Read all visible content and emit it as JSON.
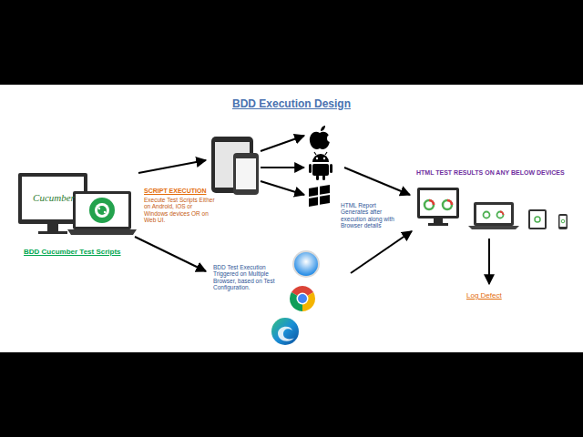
{
  "diagram": {
    "title": "BDD Execution Design",
    "nodes": [
      {
        "text": [
          "Cucumber",
          "BDD Cucumber Test Scripts"
        ]
      },
      {
        "text": [
          "HTML TEST RESULTS ON ANY BELOW DEVICES"
        ]
      }
    ],
    "labels": [
      "SCRIPT EXECUTION",
      "Execute Test Scripts Either on Android, iOS or Windows devices OR on Web UI.",
      "BDD Test Execution Triggered on Multiple Browser, based on Test Configuration.",
      "HTML Report Generates after execution along with Browser details",
      "Log Defect"
    ]
  }
}
